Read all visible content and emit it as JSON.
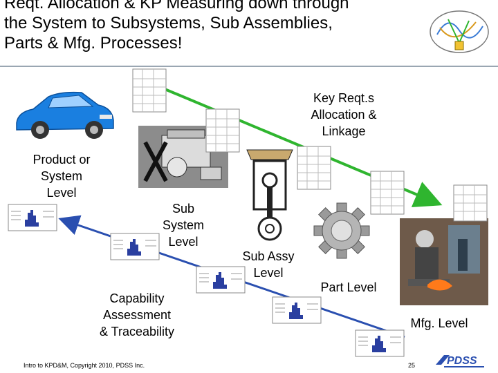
{
  "title": "Reqt. Allocation & KP Measuring down through\nthe System to Subsystems, Sub Assemblies,\nParts & Mfg. Processes!",
  "labels": {
    "key_reqts": "Key Reqt.s\nAllocation &\nLinkage",
    "product_level": "Product or\nSystem\nLevel",
    "subsystem_level": "Sub\nSystem\nLevel",
    "sub_assy_level": "Sub Assy\nLevel",
    "part_level": "Part Level",
    "capability": "Capability\nAssessment\n& Traceability",
    "mfg_level": "Mfg. Level"
  },
  "footer": {
    "left": "Intro to KPD&M, Copyright 2010, PDSS Inc.",
    "page": "25",
    "logo": "PDSS"
  },
  "colors": {
    "green_arrow": "#2fb52f",
    "blue_arrow": "#2a4fb0",
    "title_rule": "#9aa6b2"
  }
}
